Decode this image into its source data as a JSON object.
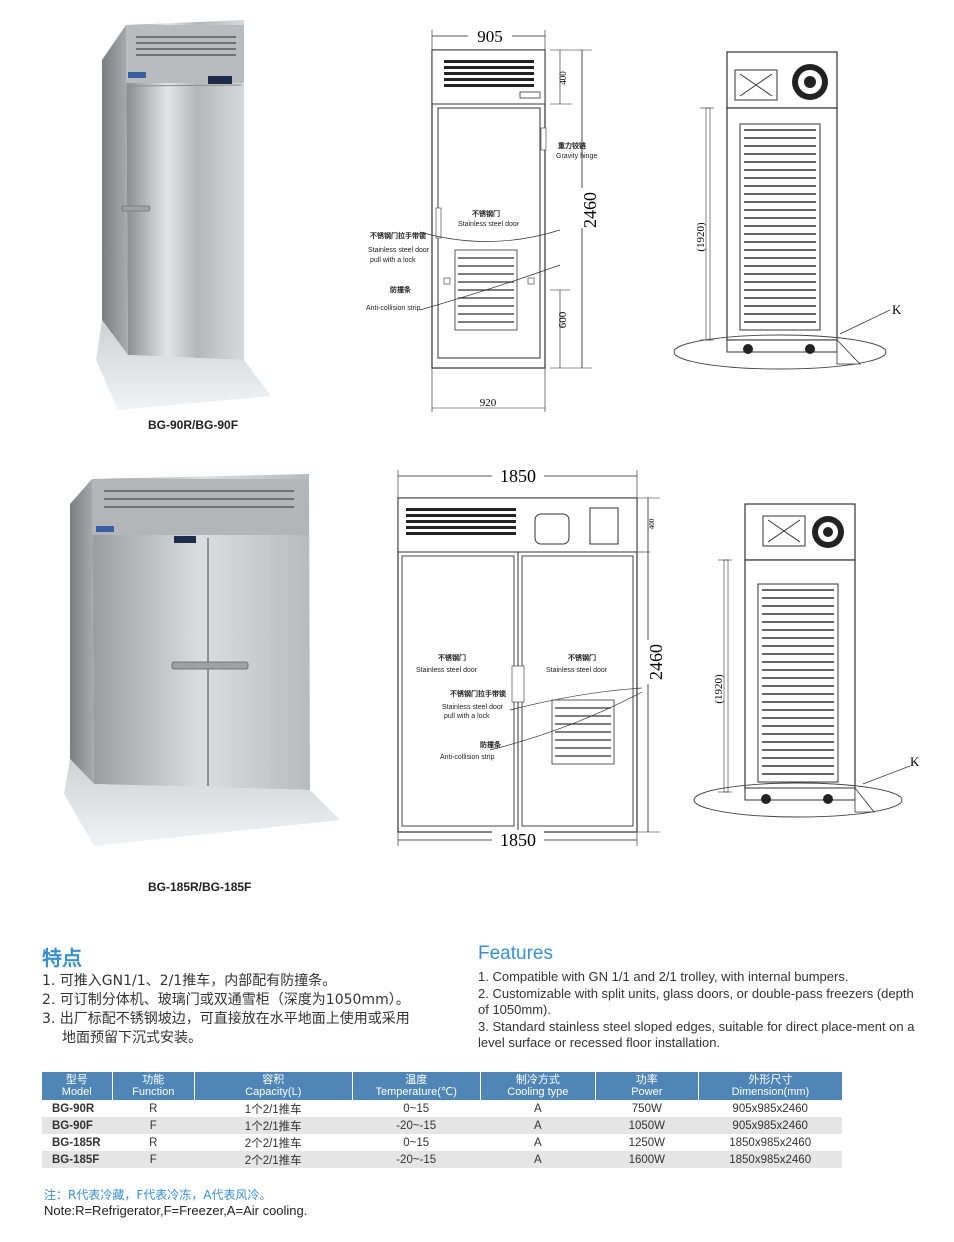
{
  "product1": {
    "caption": "BG-90R/BG-90F",
    "front": {
      "width": "905",
      "top_height": "400",
      "height": "2460",
      "bottom_height": "600",
      "base_width": "920",
      "labels": {
        "hinge_zh": "重力铰链",
        "hinge_en": "Gravity hinge",
        "door_zh": "不锈钢门",
        "door_en": "Stainless steel door",
        "pull_zh": "不锈钢门拉手带锁",
        "pull_en1": "Stainless steel door",
        "pull_en2": "pull with a lock",
        "strip_zh": "防撞条",
        "strip_en": "Anti-collision strip"
      }
    },
    "side": {
      "inner_height": "(1920)",
      "callout": "K"
    }
  },
  "product2": {
    "caption": "BG-185R/BG-185F",
    "front": {
      "width_top": "1850",
      "top_height": "400",
      "height": "2460",
      "width_bottom": "1850",
      "labels": {
        "door_zh": "不锈钢门",
        "door_en": "Stainless steel door",
        "pull_zh": "不锈钢门拉手带锁",
        "pull_en1": "Stainless steel door",
        "pull_en2": "pull with a lock",
        "strip_zh": "防撞条",
        "strip_en": "Anti-collision strip"
      }
    },
    "side": {
      "inner_height": "(1920)",
      "callout": "K"
    }
  },
  "features_zh": {
    "heading": "特点",
    "items": [
      "1. 可推入GN1/1、2/1推车，内部配有防撞条。",
      "2. 可订制分体机、玻璃门或双通雪柜（深度为1050mm）。",
      "3. 出厂标配不锈钢坡边，可直接放在水平地面上使用或采用",
      "地面预留下沉式安装。"
    ]
  },
  "features_en": {
    "heading": "Features",
    "items": [
      "1. Compatible with GN 1/1 and 2/1 trolley, with internal bumpers.",
      "2. Customizable with split units, glass doors, or double-pass freezers (depth of 1050mm).",
      "3. Standard stainless steel sloped edges, suitable for direct place-ment on a level surface or recessed floor installation."
    ]
  },
  "spec_table": {
    "headers": [
      {
        "zh": "型号",
        "en": "Model"
      },
      {
        "zh": "功能",
        "en": "Function"
      },
      {
        "zh": "容积",
        "en": "Capacity(L)"
      },
      {
        "zh": "温度",
        "en": "Temperature(℃)"
      },
      {
        "zh": "制冷方式",
        "en": "Cooling type"
      },
      {
        "zh": "功率",
        "en": "Power"
      },
      {
        "zh": "外形尺寸",
        "en": "Dimension(mm)"
      }
    ],
    "rows": [
      [
        "BG-90R",
        "R",
        "1个2/1推车",
        "0~15",
        "A",
        "750W",
        "905x985x2460"
      ],
      [
        "BG-90F",
        "F",
        "1个2/1推车",
        "-20~-15",
        "A",
        "1050W",
        "905x985x2460"
      ],
      [
        "BG-185R",
        "R",
        "2个2/1推车",
        "0~15",
        "A",
        "1250W",
        "1850x985x2460"
      ],
      [
        "BG-185F",
        "F",
        "2个2/1推车",
        "-20~-15",
        "A",
        "1600W",
        "1850x985x2460"
      ]
    ]
  },
  "note": {
    "zh": "注：R代表冷藏，F代表冷冻，A代表风冷。",
    "en": "Note:R=Refrigerator,F=Freezer,A=Air cooling."
  }
}
